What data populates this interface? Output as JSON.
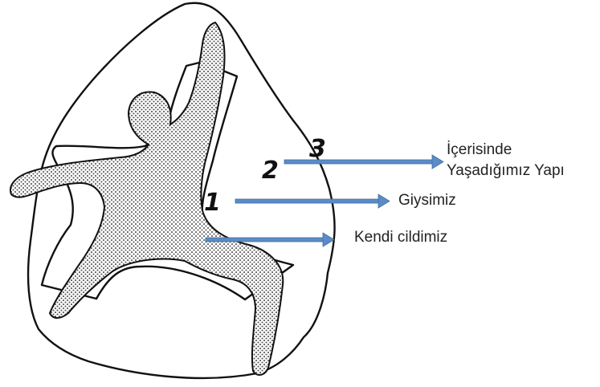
{
  "zones": [
    {
      "number": "1",
      "meaning": "Kendi cildimiz"
    },
    {
      "number": "2",
      "meaning": "Giysimiz"
    },
    {
      "number": "3",
      "meaning": "İçerisinde Yaşadığımız Yapı"
    }
  ],
  "labels": {
    "structure_line1": "İçerisinde",
    "structure_line2": "Yaşadığımız Yapı",
    "clothing": "Giysimiz",
    "skin": "Kendi cildimiz"
  },
  "numbers": {
    "n1": "1",
    "n2": "2",
    "n3": "3"
  },
  "colors": {
    "arrow": "#5b8bc9",
    "arrow_stroke": "#41719c",
    "outline": "#111111",
    "dots": "#555555"
  }
}
